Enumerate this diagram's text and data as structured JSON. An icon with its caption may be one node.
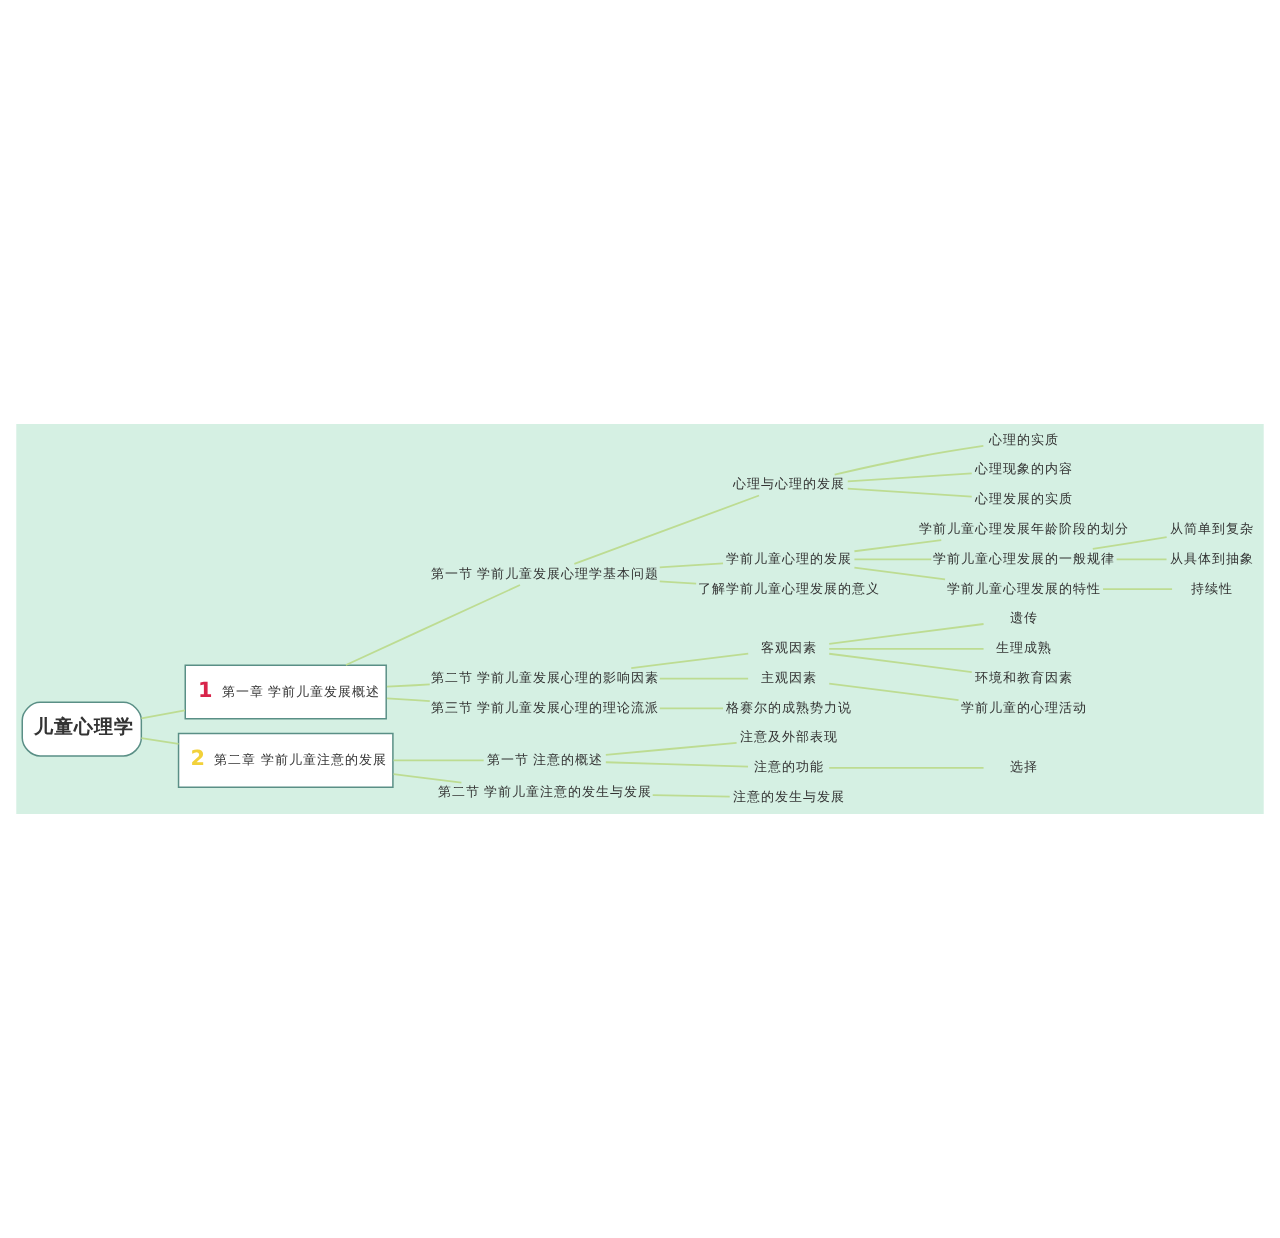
{
  "diagram": {
    "nodes": [
      {
        "text": [
          "儿童心理学"
        ]
      },
      {
        "text": [
          "1",
          "第一章 学前儿童发展概述"
        ]
      },
      {
        "text": [
          "第一节 学前儿童发展心理学基本问题"
        ]
      },
      {
        "text": [
          "心理与心理的发展"
        ]
      },
      {
        "text": [
          "心理的实质"
        ]
      },
      {
        "text": [
          "心理现象的内容"
        ]
      },
      {
        "text": [
          "心理发展的实质"
        ]
      },
      {
        "text": [
          "学前儿童心理的发展"
        ]
      },
      {
        "text": [
          "学前儿童心理发展年龄阶段的划分"
        ]
      },
      {
        "text": [
          "学前儿童心理发展的一般规律"
        ]
      },
      {
        "text": [
          "从简单到复杂"
        ]
      },
      {
        "text": [
          "从具体到抽象"
        ]
      },
      {
        "text": [
          "学前儿童心理发展的特性"
        ]
      },
      {
        "text": [
          "持续性"
        ]
      },
      {
        "text": [
          "了解学前儿童心理发展的意义"
        ]
      },
      {
        "text": [
          "第二节 学前儿童发展心理的影响因素"
        ]
      },
      {
        "text": [
          "客观因素"
        ]
      },
      {
        "text": [
          "遗传"
        ]
      },
      {
        "text": [
          "生理成熟"
        ]
      },
      {
        "text": [
          "环境和教育因素"
        ]
      },
      {
        "text": [
          "主观因素"
        ]
      },
      {
        "text": [
          "学前儿童的心理活动"
        ]
      },
      {
        "text": [
          "第三节 学前儿童发展心理的理论流派"
        ]
      },
      {
        "text": [
          "格赛尔的成熟势力说"
        ]
      },
      {
        "text": [
          "2",
          "第二章 学前儿童注意的发展"
        ]
      },
      {
        "text": [
          "第一节 注意的概述"
        ]
      },
      {
        "text": [
          "注意及外部表现"
        ]
      },
      {
        "text": [
          "注意的功能"
        ]
      },
      {
        "text": [
          "选择"
        ]
      },
      {
        "text": [
          "第二节 学前儿童注意的发生与发展"
        ]
      },
      {
        "text": [
          "注意的发生与发展"
        ]
      }
    ],
    "edges": [
      {
        "from": 0,
        "to": 1,
        "arrow": "none"
      },
      {
        "from": 1,
        "to": 2,
        "arrow": "none"
      },
      {
        "from": 2,
        "to": 3,
        "arrow": "none"
      },
      {
        "from": 3,
        "to": 4,
        "arrow": "none"
      },
      {
        "from": 3,
        "to": 5,
        "arrow": "none"
      },
      {
        "from": 3,
        "to": 6,
        "arrow": "none"
      },
      {
        "from": 2,
        "to": 7,
        "arrow": "none"
      },
      {
        "from": 7,
        "to": 8,
        "arrow": "none"
      },
      {
        "from": 7,
        "to": 9,
        "arrow": "none"
      },
      {
        "from": 9,
        "to": 10,
        "arrow": "none"
      },
      {
        "from": 9,
        "to": 11,
        "arrow": "none"
      },
      {
        "from": 7,
        "to": 12,
        "arrow": "none"
      },
      {
        "from": 12,
        "to": 13,
        "arrow": "none"
      },
      {
        "from": 2,
        "to": 14,
        "arrow": "none"
      },
      {
        "from": 1,
        "to": 15,
        "arrow": "none"
      },
      {
        "from": 15,
        "to": 16,
        "arrow": "none"
      },
      {
        "from": 16,
        "to": 17,
        "arrow": "none"
      },
      {
        "from": 16,
        "to": 18,
        "arrow": "none"
      },
      {
        "from": 16,
        "to": 19,
        "arrow": "none"
      },
      {
        "from": 15,
        "to": 20,
        "arrow": "none"
      },
      {
        "from": 20,
        "to": 21,
        "arrow": "none"
      },
      {
        "from": 1,
        "to": 22,
        "arrow": "none"
      },
      {
        "from": 22,
        "to": 23,
        "arrow": "none"
      },
      {
        "from": 0,
        "to": 24,
        "arrow": "none"
      },
      {
        "from": 24,
        "to": 25,
        "arrow": "none"
      },
      {
        "from": 25,
        "to": 26,
        "arrow": "none"
      },
      {
        "from": 25,
        "to": 27,
        "arrow": "none"
      },
      {
        "from": 27,
        "to": 28,
        "arrow": "none"
      },
      {
        "from": 24,
        "to": 29,
        "arrow": "none"
      },
      {
        "from": 29,
        "to": 30,
        "arrow": "none"
      }
    ]
  }
}
